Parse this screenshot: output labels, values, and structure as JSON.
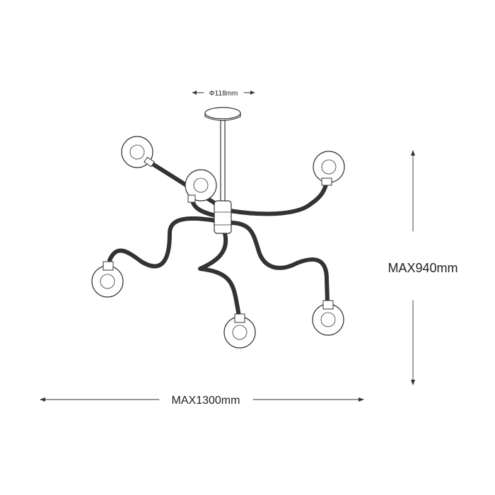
{
  "dimensions": {
    "canopy_diameter": "Φ118mm",
    "max_height": "MAX940mm",
    "max_width": "MAX1300mm"
  },
  "colors": {
    "line": "#333333",
    "background": "#ffffff"
  }
}
